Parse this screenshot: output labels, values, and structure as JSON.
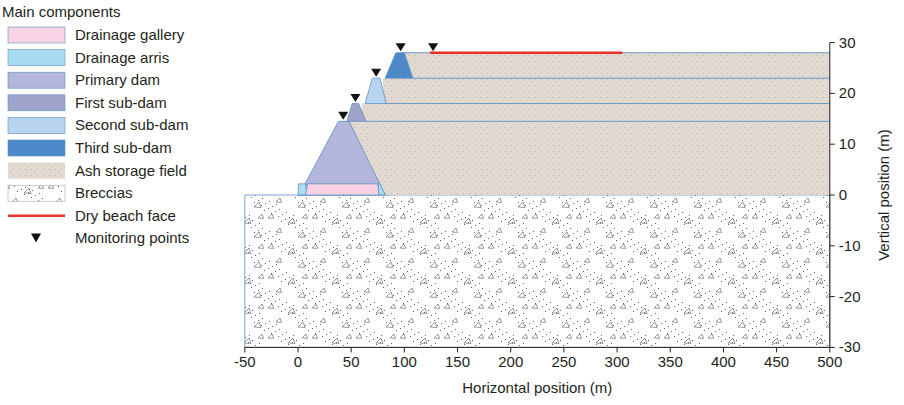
{
  "diagram": {
    "labels": [
      "Main components",
      "-50",
      "0",
      "50",
      "100",
      "150",
      "200",
      "250",
      "300",
      "350",
      "400",
      "450",
      "500",
      "30",
      "20",
      "10",
      "0",
      "-10",
      "-20",
      "-30",
      "Horizontal position (m)",
      "Vertical position (m)"
    ],
    "legend": [
      {
        "text": "Drainage gallery",
        "color": "#f9d3e3"
      },
      {
        "text": "Drainage arris",
        "color": "#a9dcf2"
      },
      {
        "text": "Primary dam",
        "color": "#b4b6dc"
      },
      {
        "text": "First sub-dam",
        "color": "#a0a3cc"
      },
      {
        "text": "Second sub-dam",
        "color": "#b9d4ee"
      },
      {
        "text": "Third sub-dam",
        "color": "#4d88c9"
      },
      {
        "text": "Ash storage field"
      },
      {
        "text": "Breccias"
      },
      {
        "text": "Dry beach face"
      },
      {
        "text": "Monitoring points"
      }
    ]
  }
}
